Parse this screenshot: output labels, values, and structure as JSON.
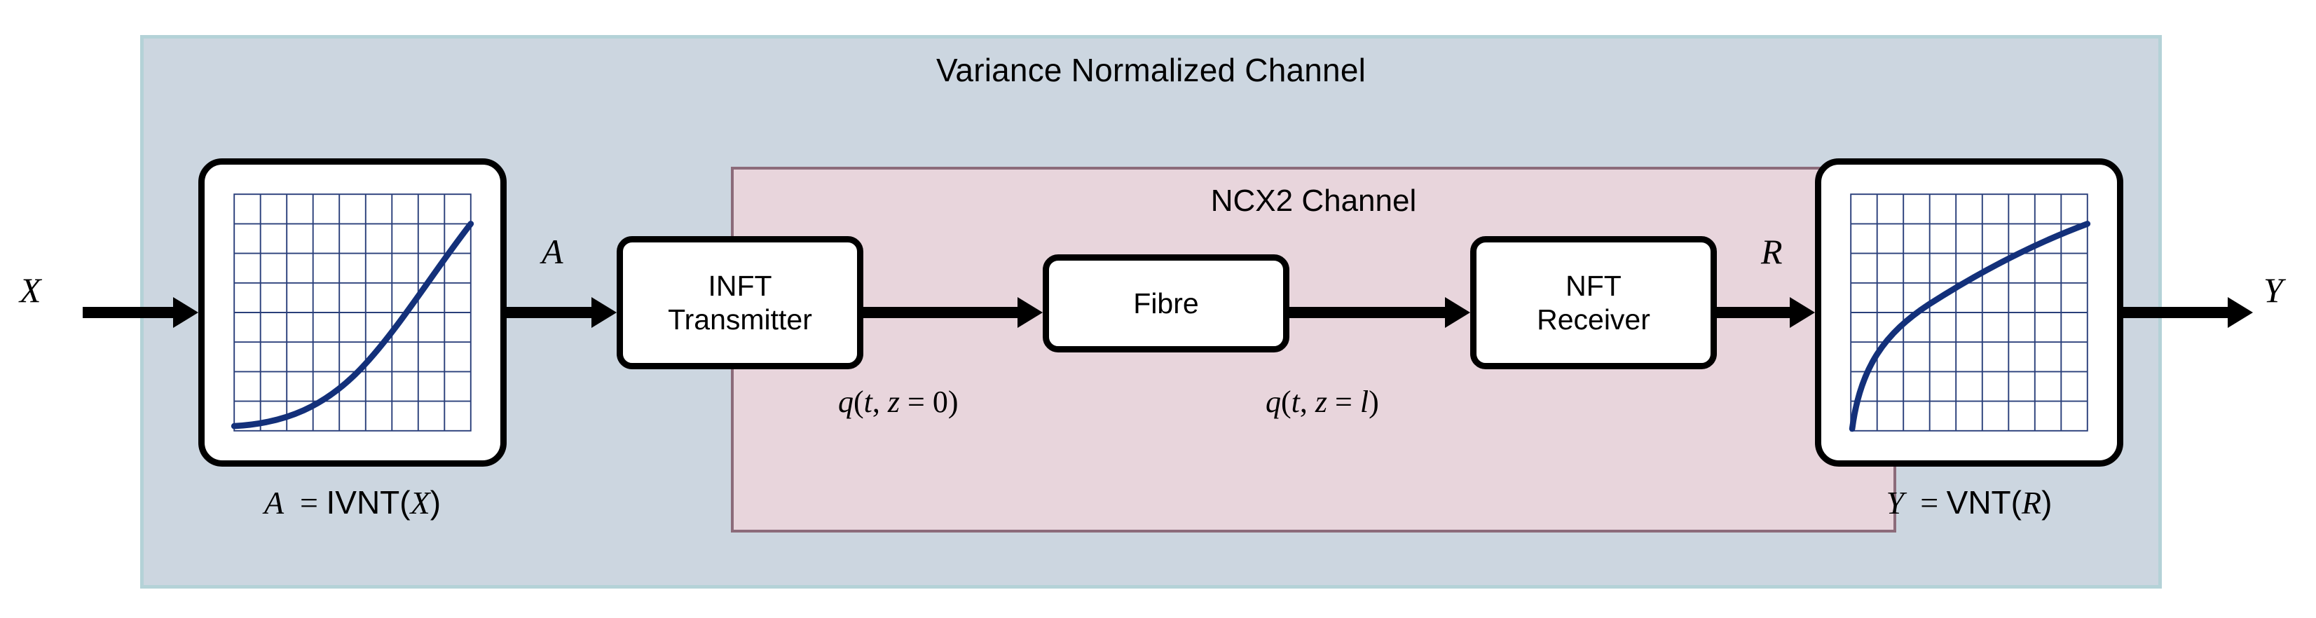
{
  "diagram": {
    "outer_panel": {
      "title": "Variance Normalized Channel",
      "fill_color": "#ccd6e0",
      "border_color": "#b4d2d7"
    },
    "inner_panel": {
      "title": "NCX2 Channel",
      "fill_color": "#e8d5dc",
      "border_color": "#8c6b7a"
    },
    "blocks": [
      {
        "id": "ivnt",
        "type": "transform-plot",
        "caption_var": "A",
        "caption_eq": "=",
        "caption_fn": "IVNT(",
        "caption_arg": "X",
        "caption_close": ")",
        "curve": "convex-increasing"
      },
      {
        "id": "inft-transmitter",
        "type": "process",
        "line1": "INFT",
        "line2": "Transmitter"
      },
      {
        "id": "fibre",
        "type": "process",
        "line1": "Fibre",
        "line2": ""
      },
      {
        "id": "nft-receiver",
        "type": "process",
        "line1": "NFT",
        "line2": "Receiver"
      },
      {
        "id": "vnt",
        "type": "transform-plot",
        "caption_var": "Y",
        "caption_eq": "=",
        "caption_fn": "VNT(",
        "caption_arg": "R",
        "caption_close": ")",
        "curve": "concave-increasing"
      }
    ],
    "signals": [
      {
        "id": "x",
        "label": "X"
      },
      {
        "id": "a",
        "label": "A"
      },
      {
        "id": "r",
        "label": "R"
      },
      {
        "id": "y",
        "label": "Y"
      }
    ],
    "field_labels": [
      {
        "id": "q-in",
        "fn": "q",
        "open": "(",
        "t": "t",
        "comma": ", ",
        "z": "z",
        "eq": " = ",
        "val": "0",
        "close": ")"
      },
      {
        "id": "q-out",
        "fn": "q",
        "open": "(",
        "t": "t",
        "comma": ", ",
        "z": "z",
        "eq": " = ",
        "val": "l",
        "close": ")"
      }
    ],
    "plot_style": {
      "grid_color": "#2a3f7a",
      "curve_color": "#13307a",
      "grid_cols": 9,
      "grid_rows": 8
    }
  },
  "chart_data": [
    {
      "type": "line",
      "id": "ivnt-curve",
      "title": "",
      "xlabel": "",
      "ylabel": "",
      "xlim": [
        0,
        1
      ],
      "ylim": [
        0,
        1
      ],
      "grid": true,
      "x": [
        0.0,
        0.12,
        0.25,
        0.37,
        0.5,
        0.62,
        0.75,
        0.87,
        1.0
      ],
      "y": [
        0.02,
        0.04,
        0.08,
        0.14,
        0.24,
        0.37,
        0.53,
        0.72,
        0.94
      ],
      "description": "convex increasing (exponential-like) inverse variance normalizing transform"
    },
    {
      "type": "line",
      "id": "vnt-curve",
      "title": "",
      "xlabel": "",
      "ylabel": "",
      "xlim": [
        0,
        1
      ],
      "ylim": [
        0,
        1
      ],
      "grid": true,
      "x": [
        0.0,
        0.06,
        0.12,
        0.25,
        0.37,
        0.5,
        0.62,
        0.75,
        0.87,
        1.0
      ],
      "y": [
        0.02,
        0.24,
        0.38,
        0.54,
        0.64,
        0.72,
        0.79,
        0.85,
        0.9,
        0.95
      ],
      "description": "concave increasing (logarithmic/sqrt-like) variance normalizing transform"
    }
  ]
}
